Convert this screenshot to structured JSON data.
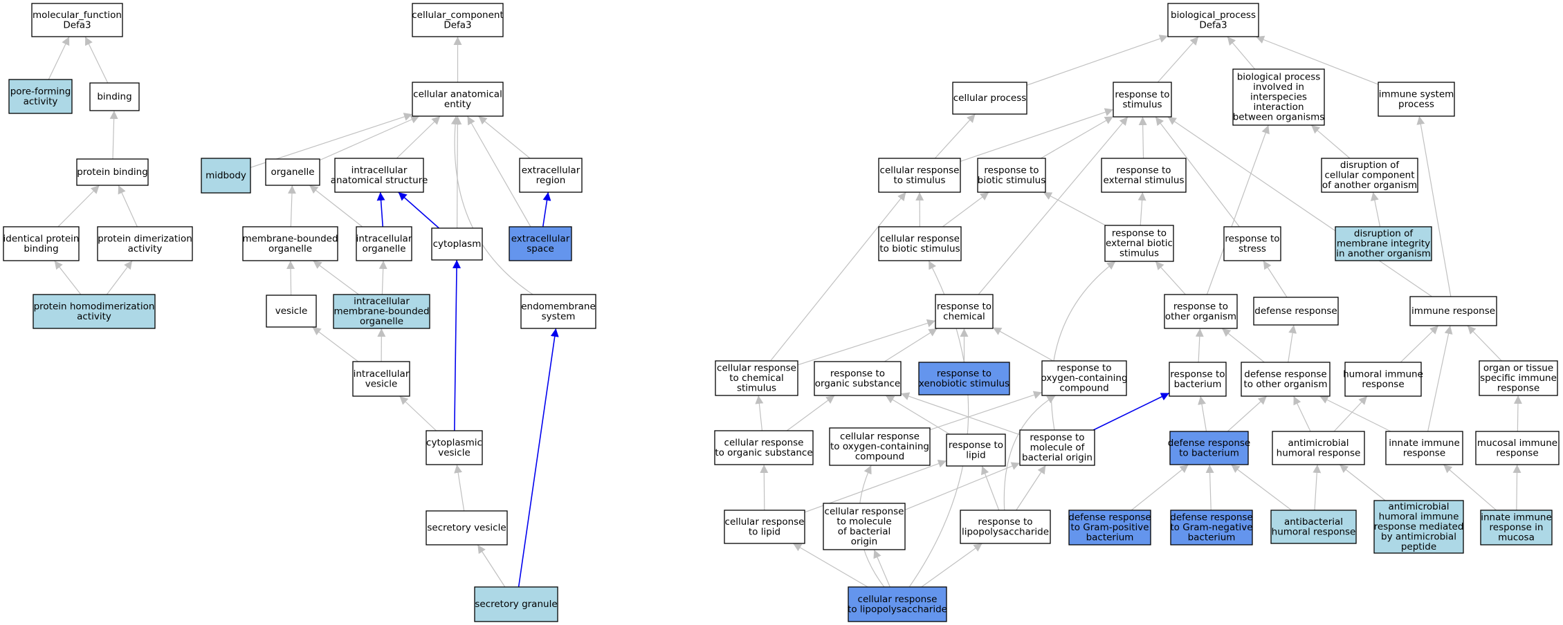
{
  "colors": {
    "plain": "#ffffff",
    "annotated": "#add8e6",
    "highlighted": "#6495ed",
    "edge": "#c0c0c0",
    "path_edge": "#0000ee",
    "border": "#000000"
  },
  "nodes": [
    {
      "id": "mf",
      "lines": [
        "molecular_function",
        "Defa3"
      ],
      "fill": "plain"
    },
    {
      "id": "pore",
      "lines": [
        "pore-forming",
        "activity"
      ],
      "fill": "annotated"
    },
    {
      "id": "binding",
      "lines": [
        "binding"
      ],
      "fill": "plain"
    },
    {
      "id": "pbind",
      "lines": [
        "protein binding"
      ],
      "fill": "plain"
    },
    {
      "id": "ipb",
      "lines": [
        "identical protein",
        "binding"
      ],
      "fill": "plain"
    },
    {
      "id": "pda",
      "lines": [
        "protein dimerization",
        "activity"
      ],
      "fill": "plain"
    },
    {
      "id": "phd",
      "lines": [
        "protein homodimerization",
        "activity"
      ],
      "fill": "annotated"
    },
    {
      "id": "cc",
      "lines": [
        "cellular_component",
        "Defa3"
      ],
      "fill": "plain"
    },
    {
      "id": "cae",
      "lines": [
        "cellular anatomical",
        "entity"
      ],
      "fill": "plain"
    },
    {
      "id": "midbody",
      "lines": [
        "midbody"
      ],
      "fill": "annotated"
    },
    {
      "id": "organelle",
      "lines": [
        "organelle"
      ],
      "fill": "plain"
    },
    {
      "id": "ias",
      "lines": [
        "intracellular",
        "anatomical structure"
      ],
      "fill": "plain"
    },
    {
      "id": "exreg",
      "lines": [
        "extracellular",
        "region"
      ],
      "fill": "plain"
    },
    {
      "id": "mbo",
      "lines": [
        "membrane-bounded",
        "organelle"
      ],
      "fill": "plain"
    },
    {
      "id": "io",
      "lines": [
        "intracellular",
        "organelle"
      ],
      "fill": "plain"
    },
    {
      "id": "cyto",
      "lines": [
        "cytoplasm"
      ],
      "fill": "plain"
    },
    {
      "id": "exspace",
      "lines": [
        "extracellular",
        "space"
      ],
      "fill": "highlighted"
    },
    {
      "id": "vesicle",
      "lines": [
        "vesicle"
      ],
      "fill": "plain"
    },
    {
      "id": "imbo",
      "lines": [
        "intracellular",
        "membrane-bounded",
        "organelle"
      ],
      "fill": "annotated"
    },
    {
      "id": "endo",
      "lines": [
        "endomembrane",
        "system"
      ],
      "fill": "plain"
    },
    {
      "id": "iv",
      "lines": [
        "intracellular",
        "vesicle"
      ],
      "fill": "plain"
    },
    {
      "id": "cv",
      "lines": [
        "cytoplasmic",
        "vesicle"
      ],
      "fill": "plain"
    },
    {
      "id": "sv",
      "lines": [
        "secretory vesicle"
      ],
      "fill": "plain"
    },
    {
      "id": "sg",
      "lines": [
        "secretory granule"
      ],
      "fill": "annotated"
    },
    {
      "id": "bp",
      "lines": [
        "biological_process",
        "Defa3"
      ],
      "fill": "plain"
    },
    {
      "id": "cp",
      "lines": [
        "cellular process"
      ],
      "fill": "plain"
    },
    {
      "id": "rs",
      "lines": [
        "response to",
        "stimulus"
      ],
      "fill": "plain"
    },
    {
      "id": "bpii",
      "lines": [
        "biological process",
        "involved in",
        "interspecies",
        "interaction",
        "between organisms"
      ],
      "fill": "plain"
    },
    {
      "id": "isp",
      "lines": [
        "immune system",
        "process"
      ],
      "fill": "plain"
    },
    {
      "id": "crs",
      "lines": [
        "cellular response",
        "to stimulus"
      ],
      "fill": "plain"
    },
    {
      "id": "rbs",
      "lines": [
        "response to",
        "biotic stimulus"
      ],
      "fill": "plain"
    },
    {
      "id": "res",
      "lines": [
        "response to",
        "external stimulus"
      ],
      "fill": "plain"
    },
    {
      "id": "dcc",
      "lines": [
        "disruption of",
        "cellular component",
        "of another organism"
      ],
      "fill": "plain"
    },
    {
      "id": "crbs",
      "lines": [
        "cellular response",
        "to biotic stimulus"
      ],
      "fill": "plain"
    },
    {
      "id": "rebs",
      "lines": [
        "response to",
        "external biotic",
        "stimulus"
      ],
      "fill": "plain"
    },
    {
      "id": "rstress",
      "lines": [
        "response to",
        "stress"
      ],
      "fill": "plain"
    },
    {
      "id": "dmi",
      "lines": [
        "disruption of",
        "membrane integrity",
        "in another organism"
      ],
      "fill": "annotated"
    },
    {
      "id": "rc",
      "lines": [
        "response to",
        "chemical"
      ],
      "fill": "plain"
    },
    {
      "id": "roo",
      "lines": [
        "response to",
        "other organism"
      ],
      "fill": "plain"
    },
    {
      "id": "dr",
      "lines": [
        "defense response"
      ],
      "fill": "plain"
    },
    {
      "id": "ir",
      "lines": [
        "immune response"
      ],
      "fill": "plain"
    },
    {
      "id": "crcs",
      "lines": [
        "cellular response",
        "to chemical",
        "stimulus"
      ],
      "fill": "plain"
    },
    {
      "id": "ros",
      "lines": [
        "response to",
        "organic substance"
      ],
      "fill": "plain"
    },
    {
      "id": "rxs",
      "lines": [
        "response to",
        "xenobiotic stimulus"
      ],
      "fill": "highlighted"
    },
    {
      "id": "rocc",
      "lines": [
        "response to",
        "oxygen-containing",
        "compound"
      ],
      "fill": "plain"
    },
    {
      "id": "rb",
      "lines": [
        "response to",
        "bacterium"
      ],
      "fill": "plain"
    },
    {
      "id": "droo",
      "lines": [
        "defense response",
        "to other organism"
      ],
      "fill": "plain"
    },
    {
      "id": "hir",
      "lines": [
        "humoral immune",
        "response"
      ],
      "fill": "plain"
    },
    {
      "id": "otsir",
      "lines": [
        "organ or tissue",
        "specific immune",
        "response"
      ],
      "fill": "plain"
    },
    {
      "id": "cros",
      "lines": [
        "cellular response",
        "to organic substance"
      ],
      "fill": "plain"
    },
    {
      "id": "crocc",
      "lines": [
        "cellular response",
        "to oxygen-containing",
        "compound"
      ],
      "fill": "plain"
    },
    {
      "id": "rl",
      "lines": [
        "response to",
        "lipid"
      ],
      "fill": "plain"
    },
    {
      "id": "rmbo",
      "lines": [
        "response to",
        "molecule of",
        "bacterial origin"
      ],
      "fill": "plain"
    },
    {
      "id": "drb",
      "lines": [
        "defense response",
        "to bacterium"
      ],
      "fill": "highlighted"
    },
    {
      "id": "ahr",
      "lines": [
        "antimicrobial",
        "humoral response"
      ],
      "fill": "plain"
    },
    {
      "id": "iir",
      "lines": [
        "innate immune",
        "response"
      ],
      "fill": "plain"
    },
    {
      "id": "mir",
      "lines": [
        "mucosal immune",
        "response"
      ],
      "fill": "plain"
    },
    {
      "id": "crl",
      "lines": [
        "cellular response",
        "to lipid"
      ],
      "fill": "plain"
    },
    {
      "id": "crmbo",
      "lines": [
        "cellular response",
        "to molecule",
        "of bacterial",
        "origin"
      ],
      "fill": "plain"
    },
    {
      "id": "rlps",
      "lines": [
        "response to",
        "lipopolysaccharide"
      ],
      "fill": "plain"
    },
    {
      "id": "drgp",
      "lines": [
        "defense response",
        "to Gram-positive",
        "bacterium"
      ],
      "fill": "highlighted"
    },
    {
      "id": "drgn",
      "lines": [
        "defense response",
        "to Gram-negative",
        "bacterium"
      ],
      "fill": "highlighted"
    },
    {
      "id": "abhr",
      "lines": [
        "antibacterial",
        "humoral response"
      ],
      "fill": "annotated"
    },
    {
      "id": "ahramp",
      "lines": [
        "antimicrobial",
        "humoral immune",
        "response mediated",
        "by antimicrobial",
        "peptide"
      ],
      "fill": "annotated"
    },
    {
      "id": "iirm",
      "lines": [
        "innate immune",
        "response in",
        "mucosa"
      ],
      "fill": "annotated"
    },
    {
      "id": "crlps",
      "lines": [
        "cellular response",
        "to lipopolysaccharide"
      ],
      "fill": "highlighted"
    }
  ],
  "edges": [
    {
      "from": "pore",
      "to": "mf",
      "style": "normal"
    },
    {
      "from": "binding",
      "to": "mf",
      "style": "normal"
    },
    {
      "from": "pbind",
      "to": "binding",
      "style": "normal"
    },
    {
      "from": "ipb",
      "to": "pbind",
      "style": "normal"
    },
    {
      "from": "pda",
      "to": "pbind",
      "style": "normal"
    },
    {
      "from": "phd",
      "to": "ipb",
      "style": "normal"
    },
    {
      "from": "phd",
      "to": "pda",
      "style": "normal"
    },
    {
      "from": "cae",
      "to": "cc",
      "style": "normal"
    },
    {
      "from": "midbody",
      "to": "cae",
      "style": "normal"
    },
    {
      "from": "organelle",
      "to": "cae",
      "style": "normal"
    },
    {
      "from": "ias",
      "to": "cae",
      "style": "normal"
    },
    {
      "from": "exreg",
      "to": "cae",
      "style": "normal"
    },
    {
      "from": "cyto",
      "to": "cae",
      "style": "normal"
    },
    {
      "from": "exspace",
      "to": "cae",
      "style": "normal"
    },
    {
      "from": "endo",
      "to": "cae",
      "style": "normal",
      "curve": "bulge-right"
    },
    {
      "from": "mbo",
      "to": "organelle",
      "style": "normal"
    },
    {
      "from": "io",
      "to": "organelle",
      "style": "normal"
    },
    {
      "from": "io",
      "to": "ias",
      "style": "path"
    },
    {
      "from": "cyto",
      "to": "ias",
      "style": "path"
    },
    {
      "from": "exspace",
      "to": "exreg",
      "style": "path"
    },
    {
      "from": "vesicle",
      "to": "mbo",
      "style": "normal"
    },
    {
      "from": "imbo",
      "to": "mbo",
      "style": "normal"
    },
    {
      "from": "imbo",
      "to": "io",
      "style": "normal"
    },
    {
      "from": "iv",
      "to": "vesicle",
      "style": "normal"
    },
    {
      "from": "iv",
      "to": "imbo",
      "style": "normal"
    },
    {
      "from": "cv",
      "to": "iv",
      "style": "normal"
    },
    {
      "from": "cv",
      "to": "cyto",
      "style": "path"
    },
    {
      "from": "sv",
      "to": "cv",
      "style": "normal"
    },
    {
      "from": "sg",
      "to": "sv",
      "style": "normal"
    },
    {
      "from": "sg",
      "to": "endo",
      "style": "path"
    },
    {
      "from": "cp",
      "to": "bp",
      "style": "normal"
    },
    {
      "from": "rs",
      "to": "bp",
      "style": "normal"
    },
    {
      "from": "bpii",
      "to": "bp",
      "style": "normal"
    },
    {
      "from": "isp",
      "to": "bp",
      "style": "normal"
    },
    {
      "from": "crs",
      "to": "cp",
      "style": "normal"
    },
    {
      "from": "crs",
      "to": "rs",
      "style": "normal"
    },
    {
      "from": "rbs",
      "to": "rs",
      "style": "normal"
    },
    {
      "from": "res",
      "to": "rs",
      "style": "normal"
    },
    {
      "from": "rstress",
      "to": "rs",
      "style": "normal"
    },
    {
      "from": "rc",
      "to": "rs",
      "style": "normal"
    },
    {
      "from": "ir",
      "to": "rs",
      "style": "normal"
    },
    {
      "from": "dcc",
      "to": "bpii",
      "style": "normal"
    },
    {
      "from": "roo",
      "to": "bpii",
      "style": "normal"
    },
    {
      "from": "ir",
      "to": "isp",
      "style": "normal"
    },
    {
      "from": "crbs",
      "to": "crs",
      "style": "normal"
    },
    {
      "from": "crbs",
      "to": "rbs",
      "style": "normal"
    },
    {
      "from": "rebs",
      "to": "rbs",
      "style": "normal"
    },
    {
      "from": "rebs",
      "to": "res",
      "style": "normal"
    },
    {
      "from": "dmi",
      "to": "dcc",
      "style": "normal"
    },
    {
      "from": "roo",
      "to": "rebs",
      "style": "normal"
    },
    {
      "from": "dr",
      "to": "rstress",
      "style": "normal"
    },
    {
      "from": "crcs",
      "to": "rc",
      "style": "normal"
    },
    {
      "from": "crcs",
      "to": "crs",
      "style": "normal"
    },
    {
      "from": "ros",
      "to": "rc",
      "style": "normal"
    },
    {
      "from": "rxs",
      "to": "rc",
      "style": "normal"
    },
    {
      "from": "rocc",
      "to": "rc",
      "style": "normal"
    },
    {
      "from": "rb",
      "to": "roo",
      "style": "normal"
    },
    {
      "from": "droo",
      "to": "roo",
      "style": "normal"
    },
    {
      "from": "droo",
      "to": "dr",
      "style": "normal"
    },
    {
      "from": "hir",
      "to": "ir",
      "style": "normal"
    },
    {
      "from": "otsir",
      "to": "ir",
      "style": "normal"
    },
    {
      "from": "iir",
      "to": "ir",
      "style": "normal"
    },
    {
      "from": "cros",
      "to": "crcs",
      "style": "normal"
    },
    {
      "from": "cros",
      "to": "ros",
      "style": "normal"
    },
    {
      "from": "crocc",
      "to": "rocc",
      "style": "normal"
    },
    {
      "from": "rl",
      "to": "ros",
      "style": "normal"
    },
    {
      "from": "rmbo",
      "to": "ros",
      "style": "normal"
    },
    {
      "from": "rmbo",
      "to": "rebs",
      "style": "normal",
      "curve": "bulge-right"
    },
    {
      "from": "rmbo",
      "to": "rb",
      "style": "path"
    },
    {
      "from": "drb",
      "to": "rb",
      "style": "normal"
    },
    {
      "from": "drb",
      "to": "droo",
      "style": "normal"
    },
    {
      "from": "ahr",
      "to": "droo",
      "style": "normal"
    },
    {
      "from": "ahr",
      "to": "hir",
      "style": "normal"
    },
    {
      "from": "iir",
      "to": "droo",
      "style": "normal"
    },
    {
      "from": "mir",
      "to": "otsir",
      "style": "normal"
    },
    {
      "from": "crl",
      "to": "cros",
      "style": "normal"
    },
    {
      "from": "crl",
      "to": "rl",
      "style": "normal"
    },
    {
      "from": "crmbo",
      "to": "rmbo",
      "style": "normal"
    },
    {
      "from": "rlps",
      "to": "rl",
      "style": "normal"
    },
    {
      "from": "rlps",
      "to": "rmbo",
      "style": "normal"
    },
    {
      "from": "drgp",
      "to": "drb",
      "style": "normal"
    },
    {
      "from": "drgn",
      "to": "drb",
      "style": "normal"
    },
    {
      "from": "abhr",
      "to": "drb",
      "style": "normal"
    },
    {
      "from": "abhr",
      "to": "ahr",
      "style": "normal"
    },
    {
      "from": "ahramp",
      "to": "ahr",
      "style": "normal"
    },
    {
      "from": "iirm",
      "to": "iir",
      "style": "normal"
    },
    {
      "from": "iirm",
      "to": "mir",
      "style": "normal"
    },
    {
      "from": "crlps",
      "to": "crl",
      "style": "normal"
    },
    {
      "from": "crlps",
      "to": "crmbo",
      "style": "normal"
    },
    {
      "from": "crlps",
      "to": "rlps",
      "style": "normal"
    },
    {
      "from": "crlps",
      "to": "crocc",
      "style": "normal",
      "curve": "bulge-right"
    },
    {
      "from": "crlps",
      "to": "crbs",
      "style": "normal",
      "curve": "bulge-left"
    },
    {
      "from": "rlps",
      "to": "rocc",
      "style": "normal",
      "curve": "bulge-right"
    }
  ]
}
